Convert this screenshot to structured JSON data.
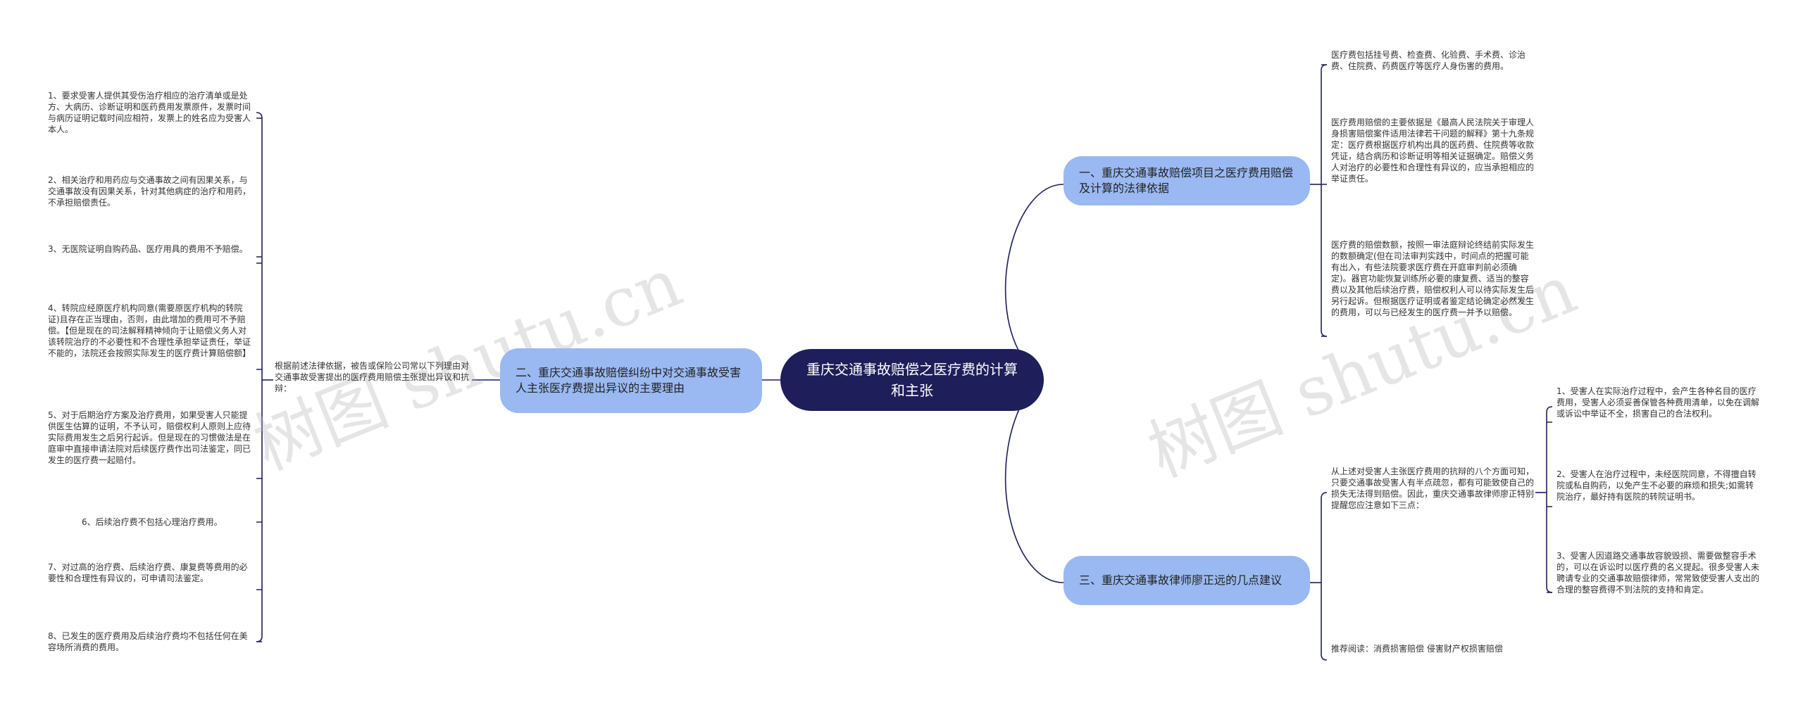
{
  "root": "重庆交通事故赔偿之医疗费的计算和主张",
  "branches": {
    "b1": "一、重庆交通事故赔偿项目之医疗费用赔偿及计算的法律依据",
    "b2": "二、重庆交通事故赔偿纠纷中对交通事故受害人主张医疗费提出异议的主要理由",
    "b3": "三、重庆交通事故律师廖正远的几点建议"
  },
  "b1_leaves": [
    "医疗费包括挂号费、检查费、化验费、手术费、诊治费、住院费、药费医疗等医疗人身伤害的费用。",
    "医疗费用赔偿的主要依据是《最高人民法院关于审理人身损害赔偿案件适用法律若干问题的解释》第十九条规定：医疗费根据医疗机构出具的医药费、住院费等收款凭证，结合病历和诊断证明等相关证据确定。赔偿义务人对治疗的必要性和合理性有异议的，应当承担相应的举证责任。",
    "医疗费的赔偿数额，按照一审法庭辩论终结前实际发生的数额确定(但在司法审判实践中，时间点的把握可能有出入，有些法院要求医疗费在开庭审判前必须确定)。器官功能恢复训练所必要的康复费、适当的整容费以及其他后续治疗费，赔偿权利人可以待实际发生后另行起诉。但根据医疗证明或者鉴定结论确定必然发生的费用，可以与已经发生的医疗费一并予以赔偿。"
  ],
  "b2_mid": "根据前述法律依据，被告或保险公司常以下列理由对交通事故受害提出的医疗费用赔偿主张提出异议和抗辩：",
  "b2_leaves": [
    "1、要求受害人提供其受伤治疗相应的治疗清单或是处方、大病历、诊断证明和医药费用发票原件，发票时间与病历证明记载时间应相符，发票上的姓名应为受害人本人。",
    "2、相关治疗和用药应与交通事故之间有因果关系，与交通事故没有因果关系，针对其他病症的治疗和用药，不承担赔偿责任。",
    "3、无医院证明自购药品、医疗用具的费用不予赔偿。",
    "4、转院应经原医疗机构同意(需要原医疗机构的转院证)且存在正当理由，否则，由此增加的费用可不予赔偿。【但是现在的司法解释精神倾向于让赔偿义务人对该转院治疗的不必要性和不合理性承担举证责任，举证不能的，法院还会按照实际发生的医疗费计算赔偿额】",
    "5、对于后期治疗方案及治疗费用，如果受害人只能提供医生估算的证明，不予认可，赔偿权利人原则上应待实际费用发生之后另行起诉。但是现在的习惯做法是在庭审中直接申请法院对后续医疗费作出司法鉴定，同已发生的医疗费一起赔付。",
    "6、后续治疗费不包括心理治疗费用。",
    "7、对过高的治疗费、后续治疗费、康复费等费用的必要性和合理性有异议的，可申请司法鉴定。",
    "8、已发生的医疗费用及后续治疗费均不包括任何在美容场所消费的费用。"
  ],
  "b3_mid": "从上述对受害人主张医疗费用的抗辩的八个方面可知，只要交通事故受害人有半点疏忽，都有可能致使自己的损失无法得到赔偿。因此，重庆交通事故律师廖正特别提醒您应注意如下三点：",
  "b3_leaves": [
    "1、受害人在实际治疗过程中，会产生各种名目的医疗费用，受害人必须妥善保管各种费用清单，以免在调解或诉讼中举证不全，损害自己的合法权利。",
    "2、受害人在治疗过程中，未经医院同意，不得擅自转院或私自购药，以免产生不必要的麻烦和损失;如需转院治疗，最好持有医院的转院证明书。",
    "3、受害人因道路交通事故容貌毁损、需要做整容手术的，可以在诉讼时以医疗费的名义提起。很多受害人未聘请专业的交通事故赔偿律师，常常致使受害人支出的合理的整容费得不到法院的支持和肯定。"
  ],
  "b3_recommend": "推荐阅读：消费损害赔偿 侵害财产权损害赔偿",
  "watermarks": [
    "树图 shutu.cn",
    "树图 shutu.cn"
  ],
  "colors": {
    "root_bg": "#1e1e5a",
    "branch_bg": "#9ab9f2",
    "line": "#1e1e5a"
  }
}
